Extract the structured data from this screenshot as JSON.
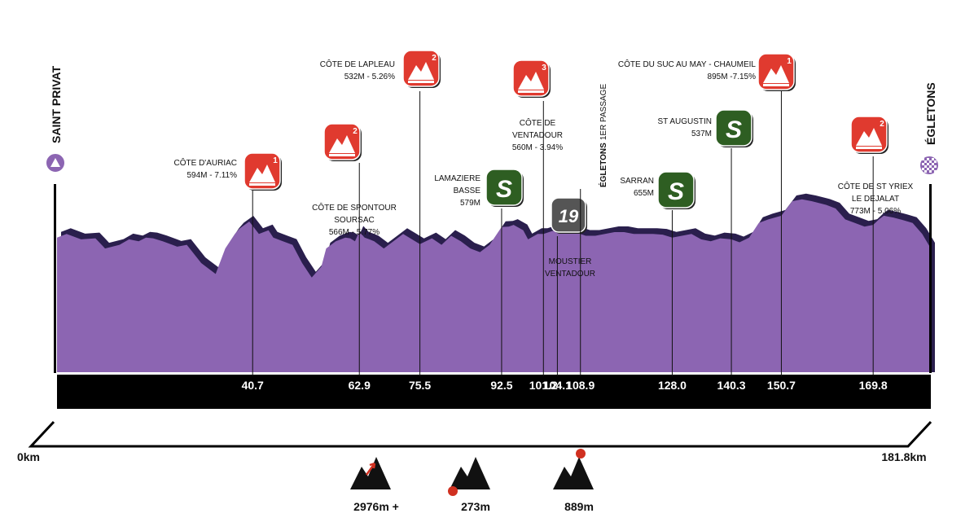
{
  "chart_data": {
    "type": "area",
    "start": {
      "name": "SAINT PRIVAT",
      "km_label": "0km"
    },
    "finish": {
      "name": "ÉGLETONS",
      "km_label": "181.8km"
    },
    "colors": {
      "profile": "#8c65b2",
      "shadow": "#2a1f4d",
      "climb": "#e03a2f",
      "sprint": "#2e5e22",
      "bonus": "#555555"
    },
    "profile": {
      "x": [
        0,
        2,
        5,
        8,
        10,
        13,
        15,
        17,
        18.5,
        20,
        22,
        24,
        25,
        27,
        30,
        33,
        35,
        37,
        38,
        40,
        42,
        44,
        45,
        47,
        49,
        51,
        53,
        55,
        56,
        58,
        60,
        61,
        62,
        62.9,
        64,
        65,
        66,
        68,
        70,
        72,
        75.5,
        78,
        80,
        82,
        84,
        86,
        88,
        90,
        92.5,
        94,
        95,
        97,
        98,
        100,
        101.2,
        103,
        104.1,
        106,
        108.9,
        110,
        112,
        114,
        116,
        118,
        120,
        122,
        124,
        126,
        128,
        130,
        132,
        134,
        136,
        138,
        140.3,
        142,
        144,
        146,
        148,
        150.7,
        153,
        155,
        157,
        160,
        162,
        164,
        166,
        168,
        169.8,
        171,
        172,
        174,
        176,
        178,
        179,
        180,
        181.8
      ],
      "y": [
        550,
        560,
        545,
        548,
        520,
        530,
        545,
        540,
        550,
        548,
        540,
        530,
        525,
        530,
        480,
        450,
        520,
        560,
        575,
        594,
        560,
        570,
        550,
        540,
        530,
        480,
        440,
        470,
        520,
        540,
        550,
        548,
        540,
        566,
        550,
        545,
        540,
        520,
        540,
        560,
        532,
        548,
        530,
        555,
        540,
        520,
        510,
        530,
        579,
        580,
        585,
        570,
        545,
        560,
        560,
        568,
        570,
        575,
        560,
        555,
        555,
        560,
        565,
        565,
        560,
        560,
        560,
        558,
        550,
        555,
        560,
        545,
        540,
        548,
        545,
        537,
        550,
        590,
        600,
        610,
        650,
        655,
        650,
        640,
        630,
        600,
        590,
        580,
        585,
        600,
        610,
        605,
        598,
        590,
        575,
        560,
        520,
        520
      ],
      "xlim": [
        0,
        181.8
      ],
      "ylim": [
        180,
        800
      ],
      "grid": false
    },
    "markers": [
      {
        "km": 40.7,
        "km_label": "40.7",
        "kind": "climb",
        "cat": "1",
        "lines": [
          "CÔTE D'AURIAC",
          "594M - 7.11%"
        ]
      },
      {
        "km": 62.9,
        "km_label": "62.9",
        "kind": "climb",
        "cat": "2",
        "lines": [
          "CÔTE DE SPONTOUR",
          "SOURSAC",
          "566M - 5.77%"
        ]
      },
      {
        "km": 75.5,
        "km_label": "75.5",
        "kind": "climb",
        "cat": "2",
        "lines": [
          "CÔTE DE LAPLEAU",
          "532M - 5.26%"
        ]
      },
      {
        "km": 92.5,
        "km_label": "92.5",
        "kind": "sprint",
        "lines": [
          "LAMAZIERE",
          "BASSE",
          "579M"
        ]
      },
      {
        "km": 101.2,
        "km_label": "101.2",
        "kind": "climb",
        "cat": "3",
        "lines": [
          "CÔTE DE",
          "VENTADOUR",
          "560M - 3.94%"
        ]
      },
      {
        "km": 104.1,
        "km_label": "104.1",
        "kind": "bonus",
        "badge": "19",
        "lines": [
          "MOUSTIER",
          "VENTADOUR"
        ]
      },
      {
        "km": 108.9,
        "km_label": "108.9",
        "kind": "passage",
        "lines": [
          "ÉGLETONS",
          "1ER PASSAGE"
        ]
      },
      {
        "km": 128.0,
        "km_label": "128.0",
        "kind": "sprint",
        "lines": [
          "SARRAN",
          "655M"
        ]
      },
      {
        "km": 140.3,
        "km_label": "140.3",
        "kind": "sprint",
        "lines": [
          "ST AUGUSTIN",
          "537M"
        ]
      },
      {
        "km": 150.7,
        "km_label": "150.7",
        "kind": "climb",
        "cat": "1",
        "lines": [
          "CÔTE DU SUC AU MAY - CHAUMEIL",
          "895M -7.15%"
        ]
      },
      {
        "km": 169.8,
        "km_label": "169.8",
        "kind": "climb",
        "cat": "2",
        "lines": [
          "CÔTE DE ST YRIEX",
          "LE DEJALAT",
          "773M - 5.06%"
        ]
      }
    ],
    "summary": [
      {
        "label": "2976m +",
        "icon": "elevation-gain-icon"
      },
      {
        "label": "273m",
        "icon": "min-altitude-icon"
      },
      {
        "label": "889m",
        "icon": "max-altitude-icon"
      }
    ]
  }
}
